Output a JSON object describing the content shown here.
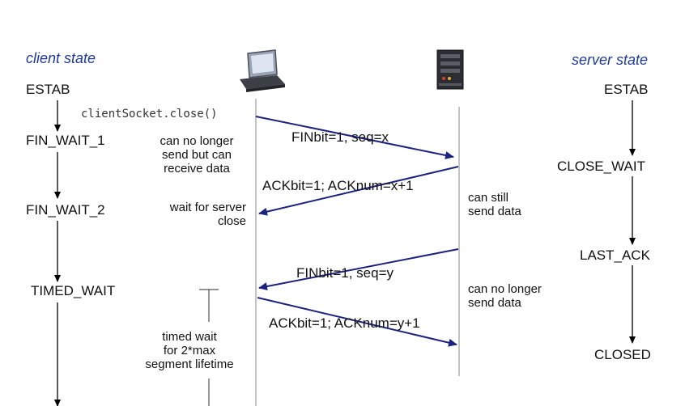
{
  "headers": {
    "client": "client state",
    "server": "server state"
  },
  "client_states": [
    "ESTAB",
    "FIN_WAIT_1",
    "FIN_WAIT_2",
    "TIMED_WAIT"
  ],
  "server_states": [
    "ESTAB",
    "CLOSE_WAIT",
    "LAST_ACK",
    "CLOSED"
  ],
  "client_call": "clientSocket.close()",
  "messages": {
    "fin_client": "FINbit=1, seq=x",
    "ack_server": "ACKbit=1; ACKnum=x+1",
    "fin_server": "FINbit=1, seq=y",
    "ack_client": "ACKbit=1; ACKnum=y+1"
  },
  "client_notes": {
    "no_longer_send": "can no longer\nsend but can\nreceive data",
    "wait_server": "wait for server\nclose",
    "timed_wait": "timed wait\nfor 2*max\nsegment lifetime"
  },
  "server_notes": {
    "still_send": "can still\nsend data",
    "no_longer_send": "can no longer\nsend data"
  },
  "icons": {
    "client": "laptop-icon",
    "server": "server-tower-icon"
  },
  "colors": {
    "arrow": "#1a237e",
    "header": "#1f3a93",
    "timeline": "#b0b0b0"
  }
}
